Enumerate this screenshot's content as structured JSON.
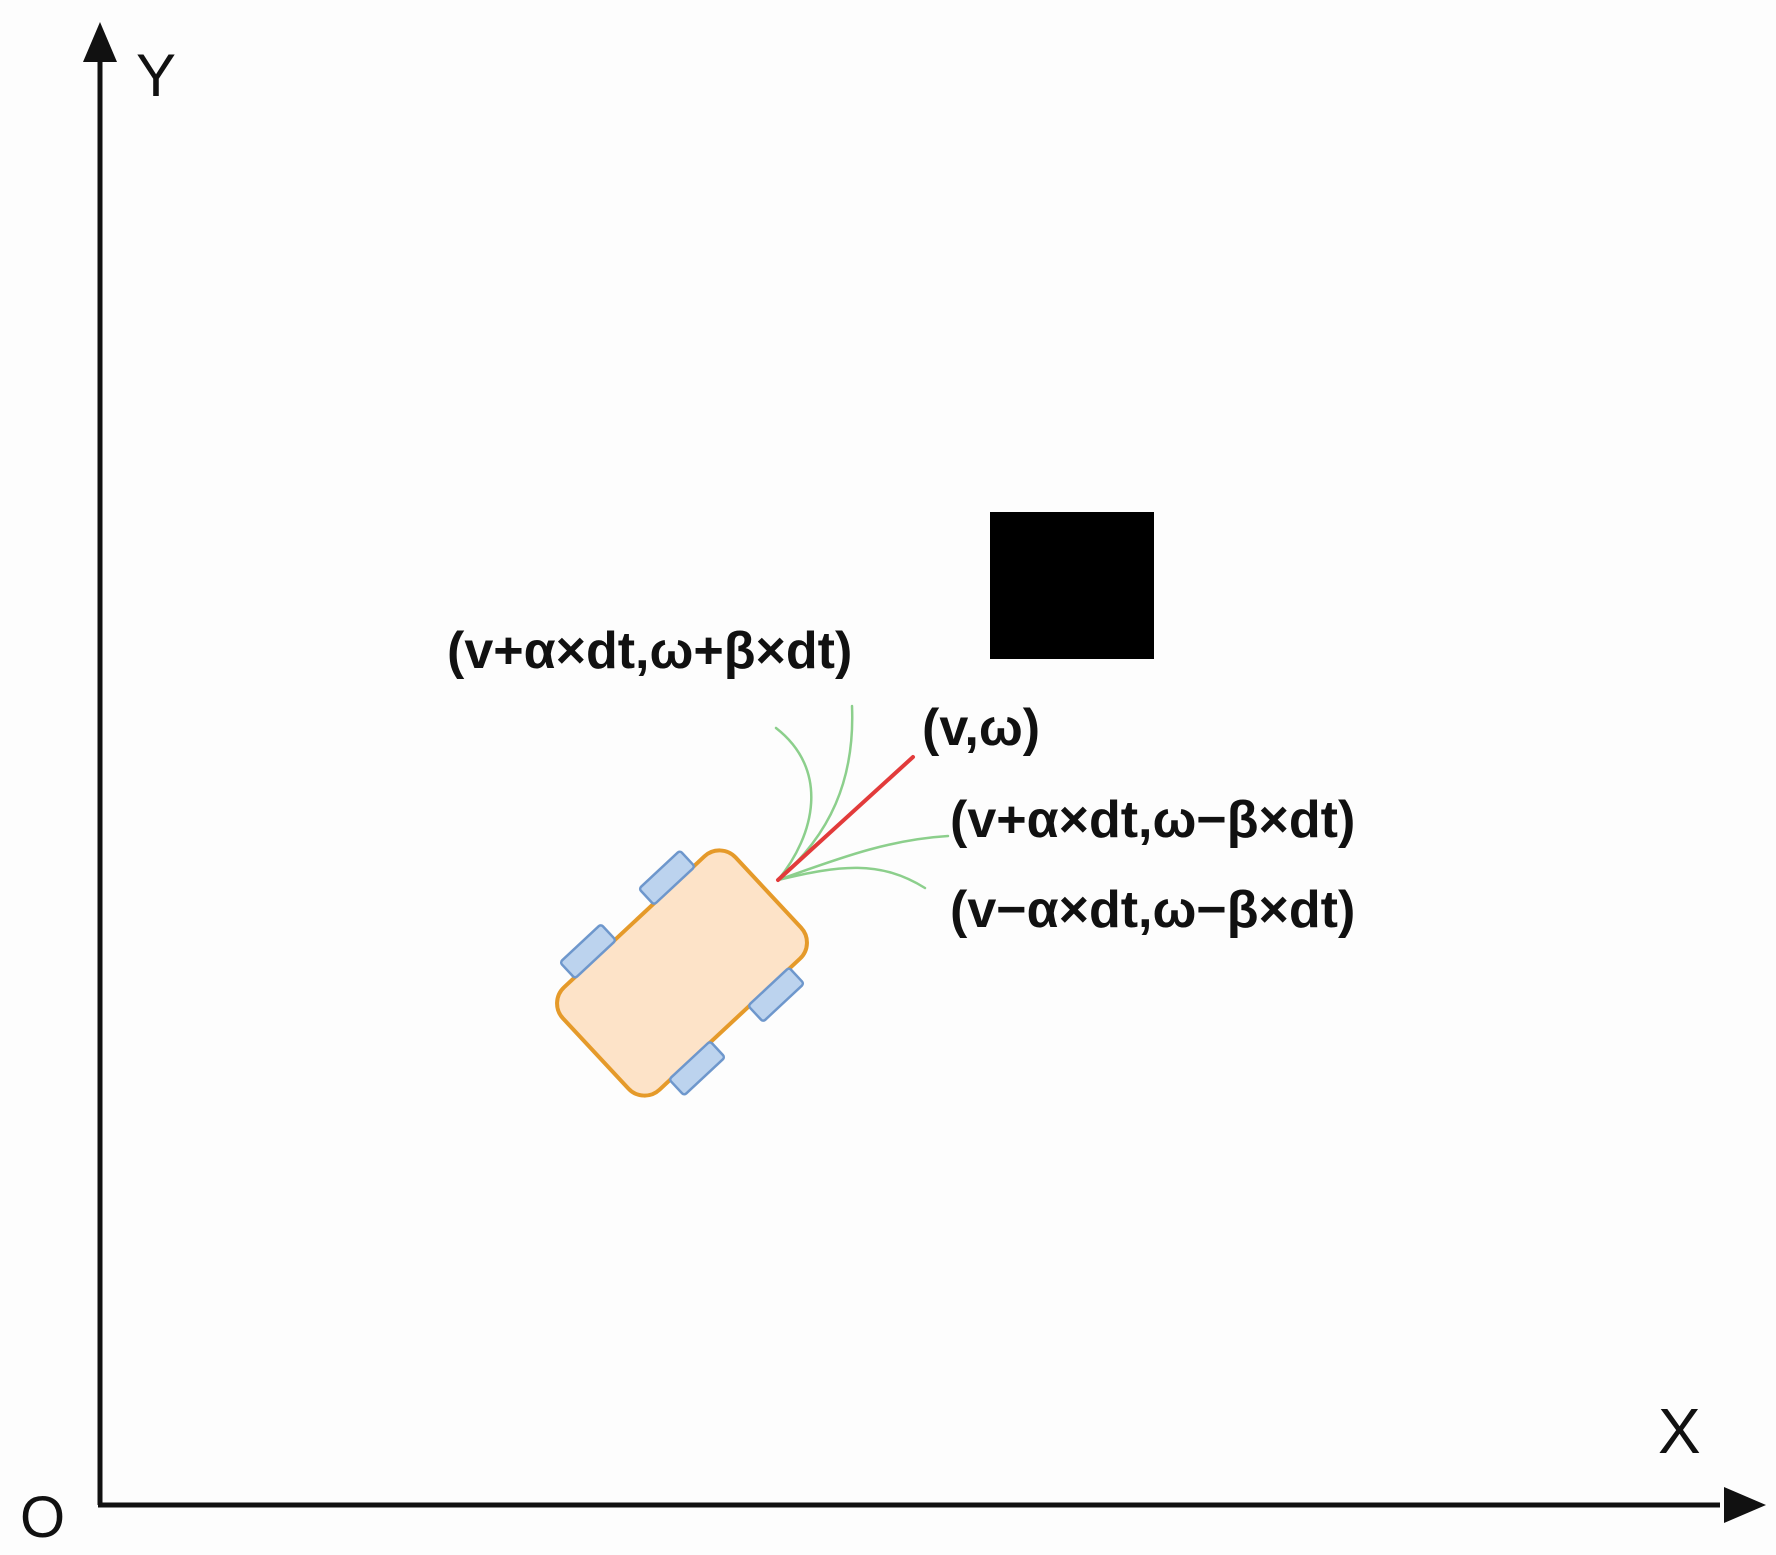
{
  "axes": {
    "x_label": "X",
    "y_label": "Y",
    "origin_label": "O"
  },
  "labels": {
    "current": "(v,ω)",
    "sample_upper": "(v+α×dt,ω+β×dt)",
    "sample_right_1": "(v+α×dt,ω−β×dt)",
    "sample_right_2": "(v−α×dt,ω−β×dt)"
  },
  "colors": {
    "axis": "#111111",
    "obstacle": "#000000",
    "robot_body_fill": "#fde3c8",
    "robot_body_stroke": "#e59a2a",
    "wheel_fill": "#bcd3ee",
    "wheel_stroke": "#6e97cc",
    "current_trajectory": "#e23b3b",
    "candidate_trajectory": "#8ccf8c"
  }
}
